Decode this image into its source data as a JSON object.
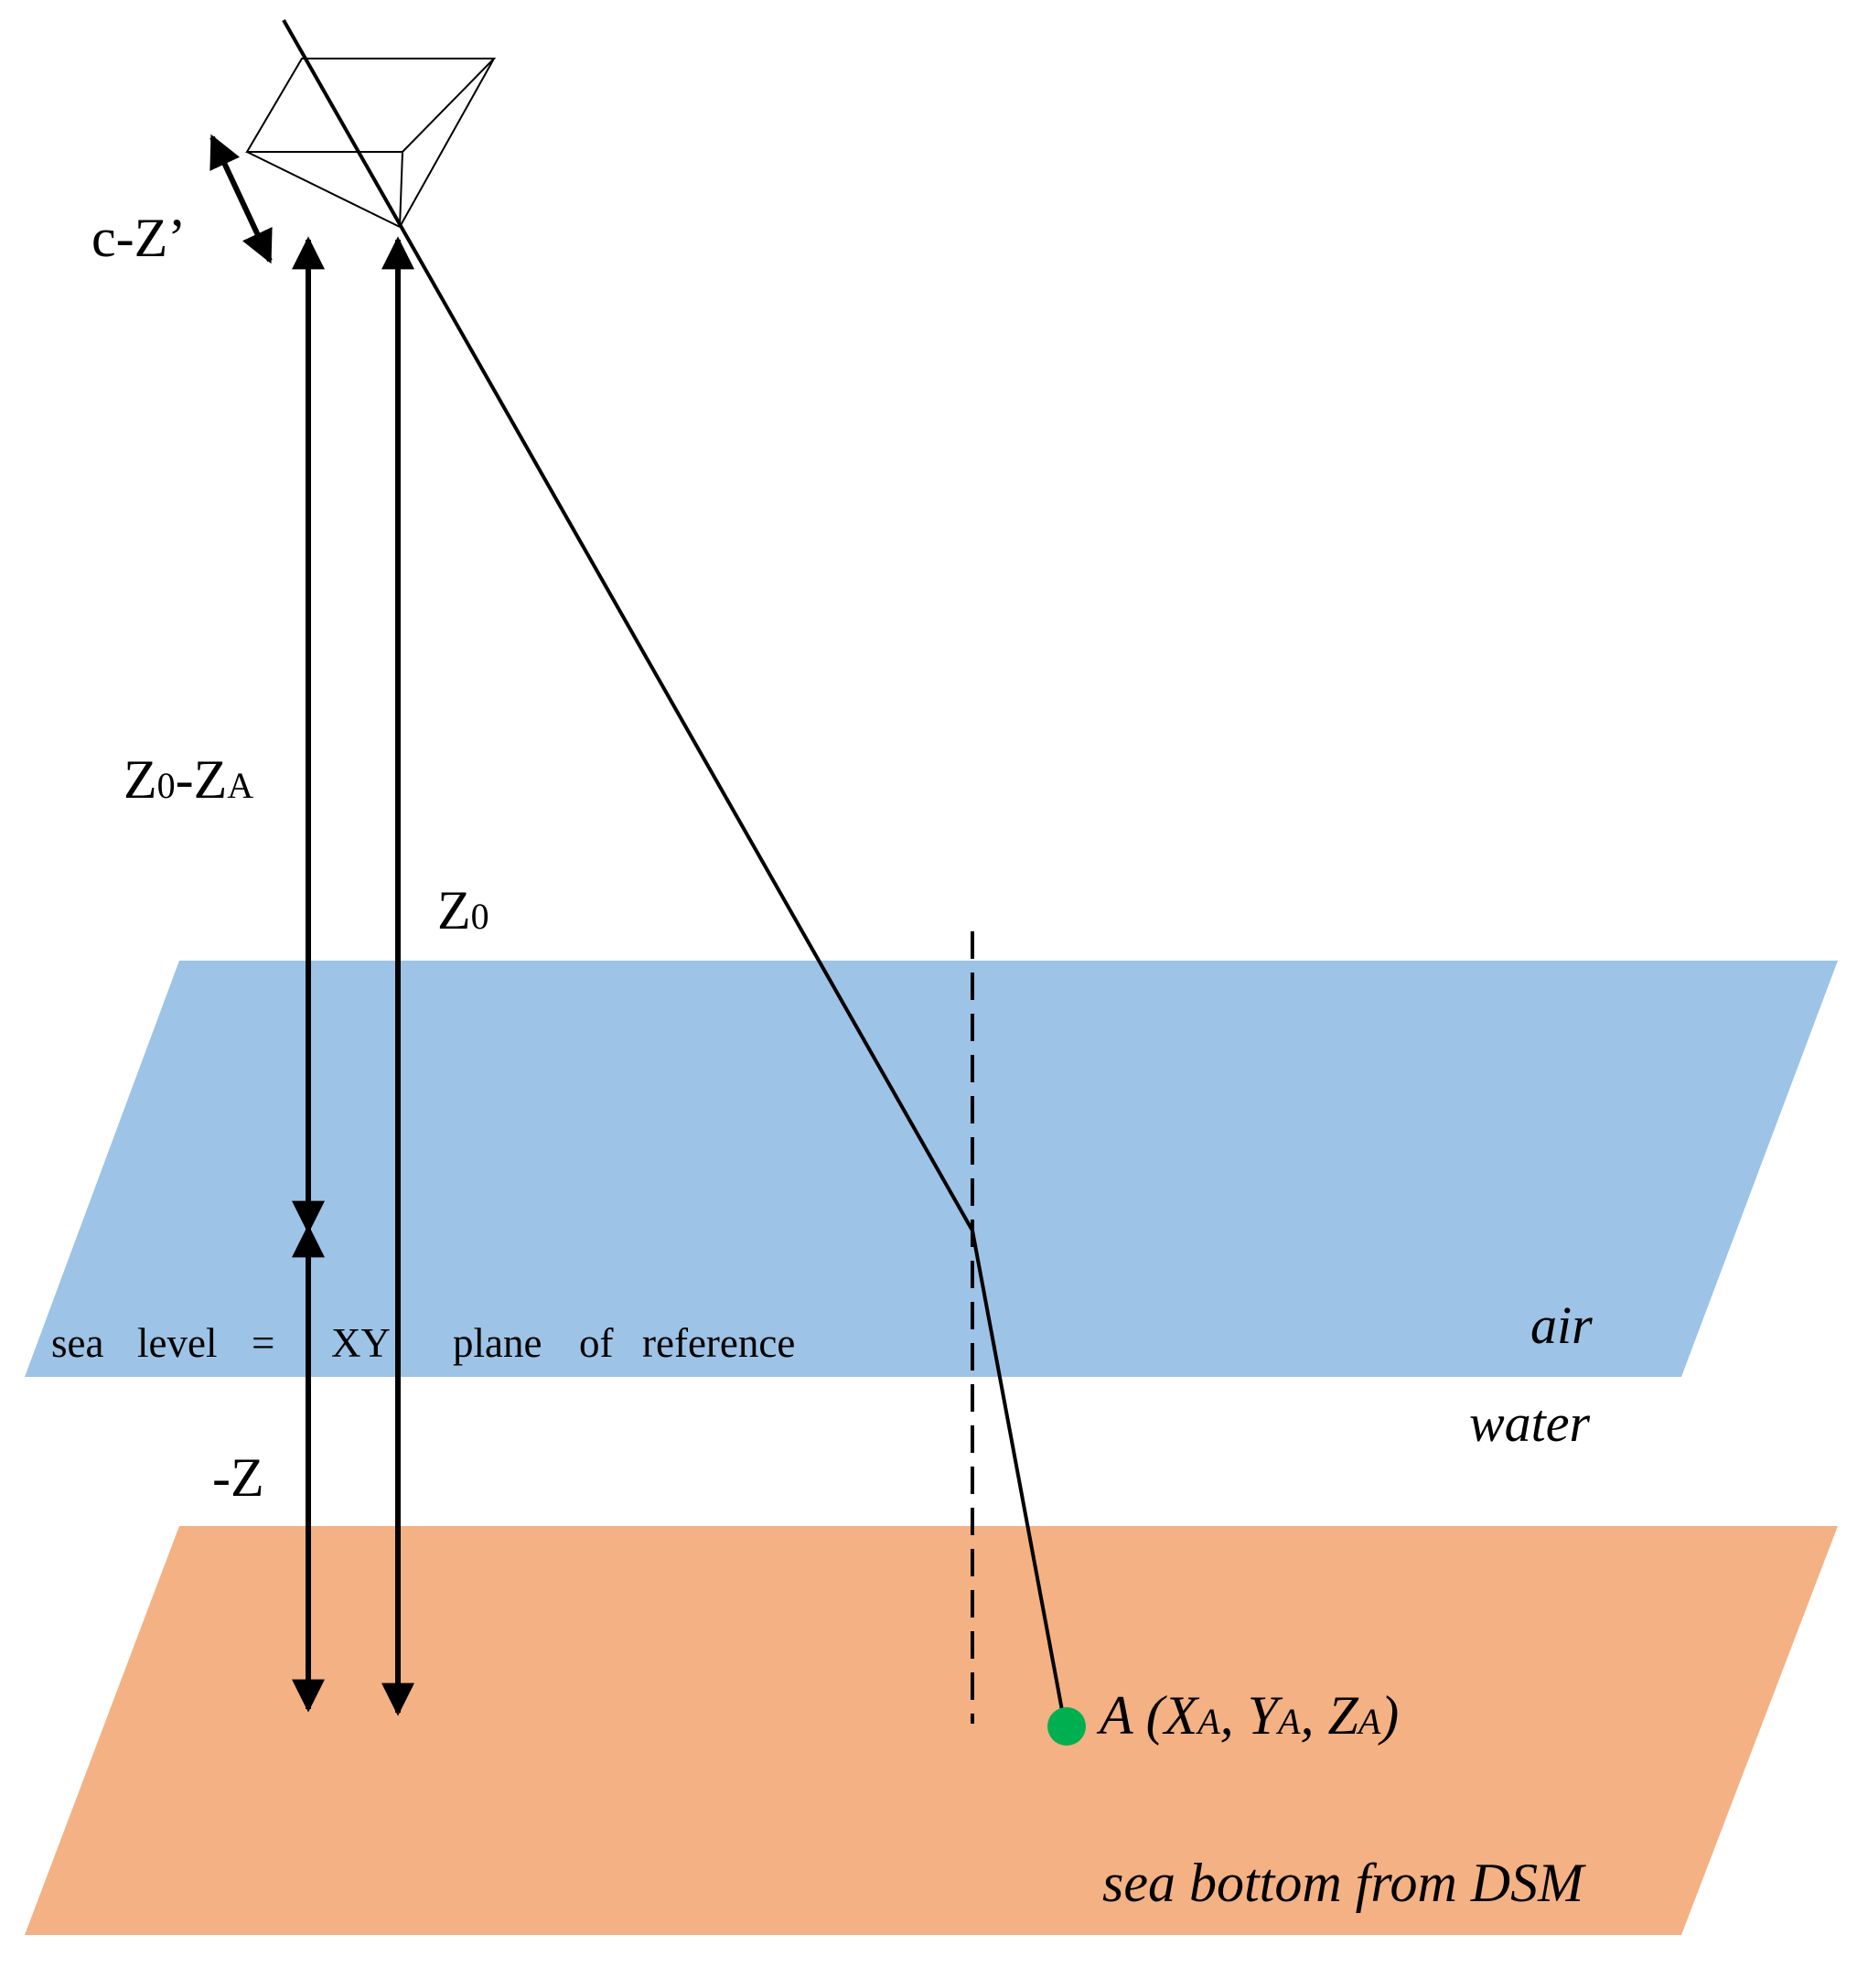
{
  "labels": {
    "c_minus_z_prime": "c-Z’",
    "z0_minus_za": {
      "main1": "Z",
      "sub1": "0",
      "main2": "-Z",
      "sub2": "A"
    },
    "z0": {
      "main": "Z",
      "sub": "0"
    },
    "minus_z": "-Z",
    "sea_level": [
      "sea",
      "level",
      "=",
      "XY",
      "plane",
      "of",
      "reference"
    ],
    "air": "air",
    "water": "water",
    "point_a": {
      "name": "A",
      "open": "(",
      "x": "X",
      "x_sub": "A",
      "y": "Y",
      "y_sub": "A",
      "z": "Z",
      "z_sub": "A",
      "close": ")"
    },
    "sea_bottom": "sea bottom from DSM"
  },
  "colors": {
    "sea_plane": "#9DC3E6",
    "bottom_plane": "#F4B183",
    "point": "#00B050",
    "lines": "#000000"
  }
}
